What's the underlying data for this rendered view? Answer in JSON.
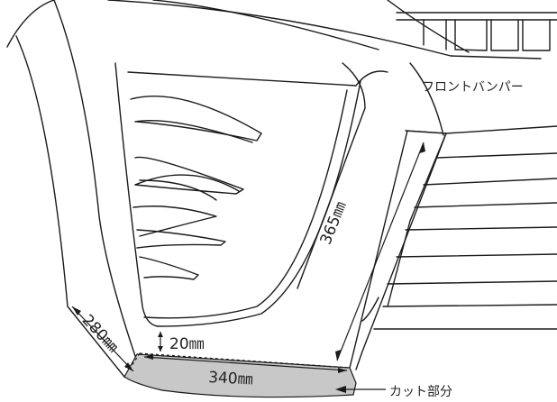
{
  "labels": {
    "part_name": "フロントバンパー",
    "cut_area": "カット部分"
  },
  "dimensions": {
    "vertical_height": "365㎜",
    "corner_side": "280㎜",
    "gap": "20㎜",
    "cut_width": "340㎜"
  },
  "colors": {
    "cut_fill": "#c8c8c8",
    "line": "#1a1a1a"
  }
}
